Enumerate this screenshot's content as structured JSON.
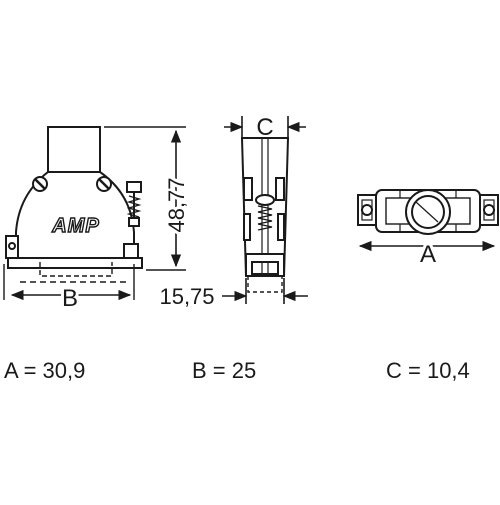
{
  "logo_text": "AMP",
  "dimension_labels": {
    "height_value": "48,77",
    "offset_value": "15,75",
    "label_a": "A",
    "label_b": "B",
    "label_c": "C"
  },
  "values": [
    {
      "text": "A = 30,9"
    },
    {
      "text": "B = 25"
    },
    {
      "text": "C = 10,4"
    }
  ]
}
